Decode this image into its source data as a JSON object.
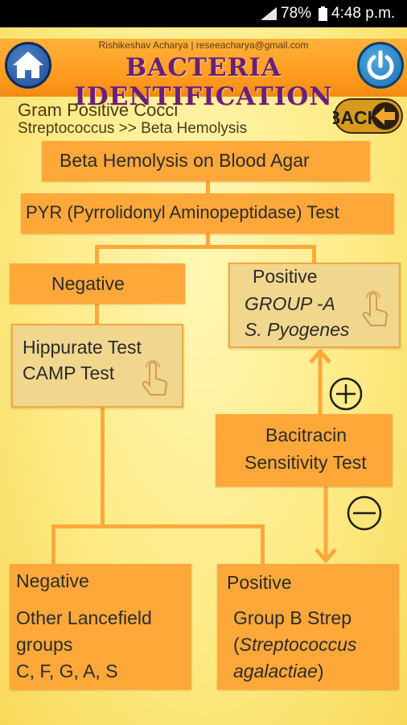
{
  "status": {
    "battery": "78%",
    "time": "4:48 p.m."
  },
  "header": {
    "credit": "Rishikeshav Acharya | reseeacharya@gmail.com",
    "title": "BACTERIA IDENTIFICATION",
    "back_label": "BACK"
  },
  "breadcrumb": {
    "line1": "Gram Positive Cocci",
    "line2": "Streptococcus >> Beta Hemolysis"
  },
  "flow": {
    "root": "Beta Hemolysis on Blood Agar",
    "pyr": "PYR (Pyrrolidonyl Aminopeptidase) Test",
    "pyr_negative": "Negative",
    "pyr_positive": {
      "label": "Positive",
      "line1": "GROUP -A",
      "line2": "S. Pyogenes"
    },
    "hippurate": {
      "line1": "Hippurate Test",
      "line2": "CAMP Test"
    },
    "bacitracin": {
      "line1": "Bacitracin",
      "line2": "Sensitivity Test"
    },
    "plus_symbol": "+",
    "minus_symbol": "−",
    "final_negative": {
      "label": "Negative",
      "line1": "Other Lancefield",
      "line2": "groups",
      "line3": "C, F, G, A, S"
    },
    "final_positive": {
      "label": "Positive",
      "line1": "Group B Strep",
      "line2_open": "(",
      "line2_italic": "Streptococcus",
      "line3_italic": "agalactiae",
      "line3_close": ")"
    }
  },
  "icons": [
    "home-icon",
    "power-icon",
    "back-arrow-icon",
    "tap-hand-icon",
    "plus-circle-icon",
    "minus-circle-icon",
    "signal-icon",
    "battery-icon"
  ],
  "colors": {
    "box": "#ffa83a",
    "box_gray": "#f1d68e",
    "background": "#fdeb86",
    "title": "#6a1f7a",
    "header": "#ff9a1e"
  }
}
